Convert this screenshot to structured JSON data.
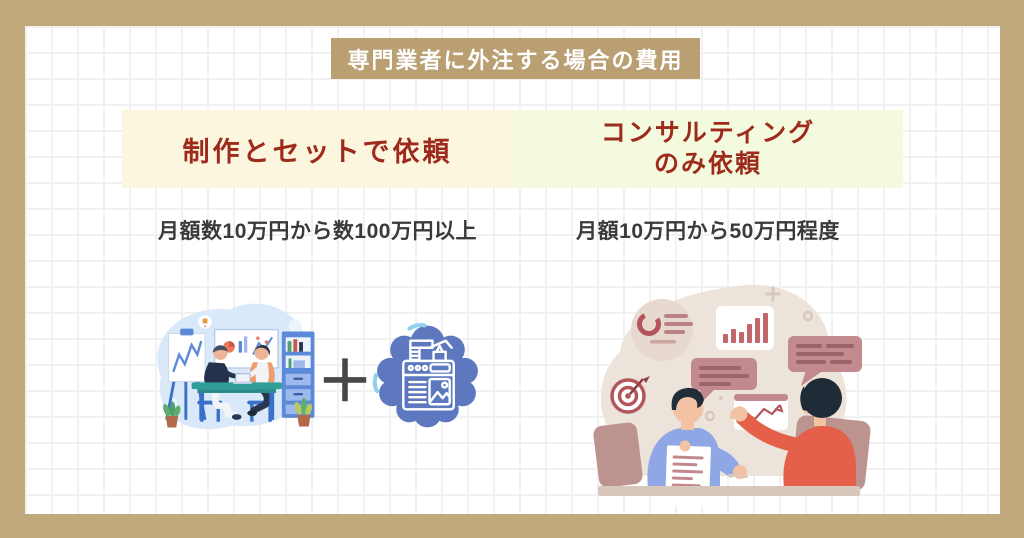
{
  "title_badge": {
    "text": "専門業者に外注する場合の費用"
  },
  "comparison": {
    "left": {
      "header": "制作とセットで依頼",
      "price": "月額数10万円から数100万円以上"
    },
    "right": {
      "header_line1": "コンサルティング",
      "header_line2": "のみ依頼",
      "price": "月額10万円から50万円程度"
    }
  },
  "icons": {
    "plus": "＋",
    "left_illustration": "office-meeting-illustration",
    "cloud_illustration": "website-production-cloud-icon",
    "right_illustration": "consulting-discussion-illustration"
  },
  "colors": {
    "frame": "#c2a97d",
    "badge_bg": "#b99f72",
    "header_left_bg": "#fdf6df",
    "header_right_bg": "#f3fade",
    "header_text": "#9e2a1b",
    "price_text": "#3a3a3a",
    "plus_text": "#474747",
    "cloud_blue": "#5d78bf",
    "illus_blue_bg": "#d9e9fa",
    "illus_beige_bg": "#ece3db",
    "illus_pink": "#c2898e",
    "illus_red": "#e4604a"
  }
}
